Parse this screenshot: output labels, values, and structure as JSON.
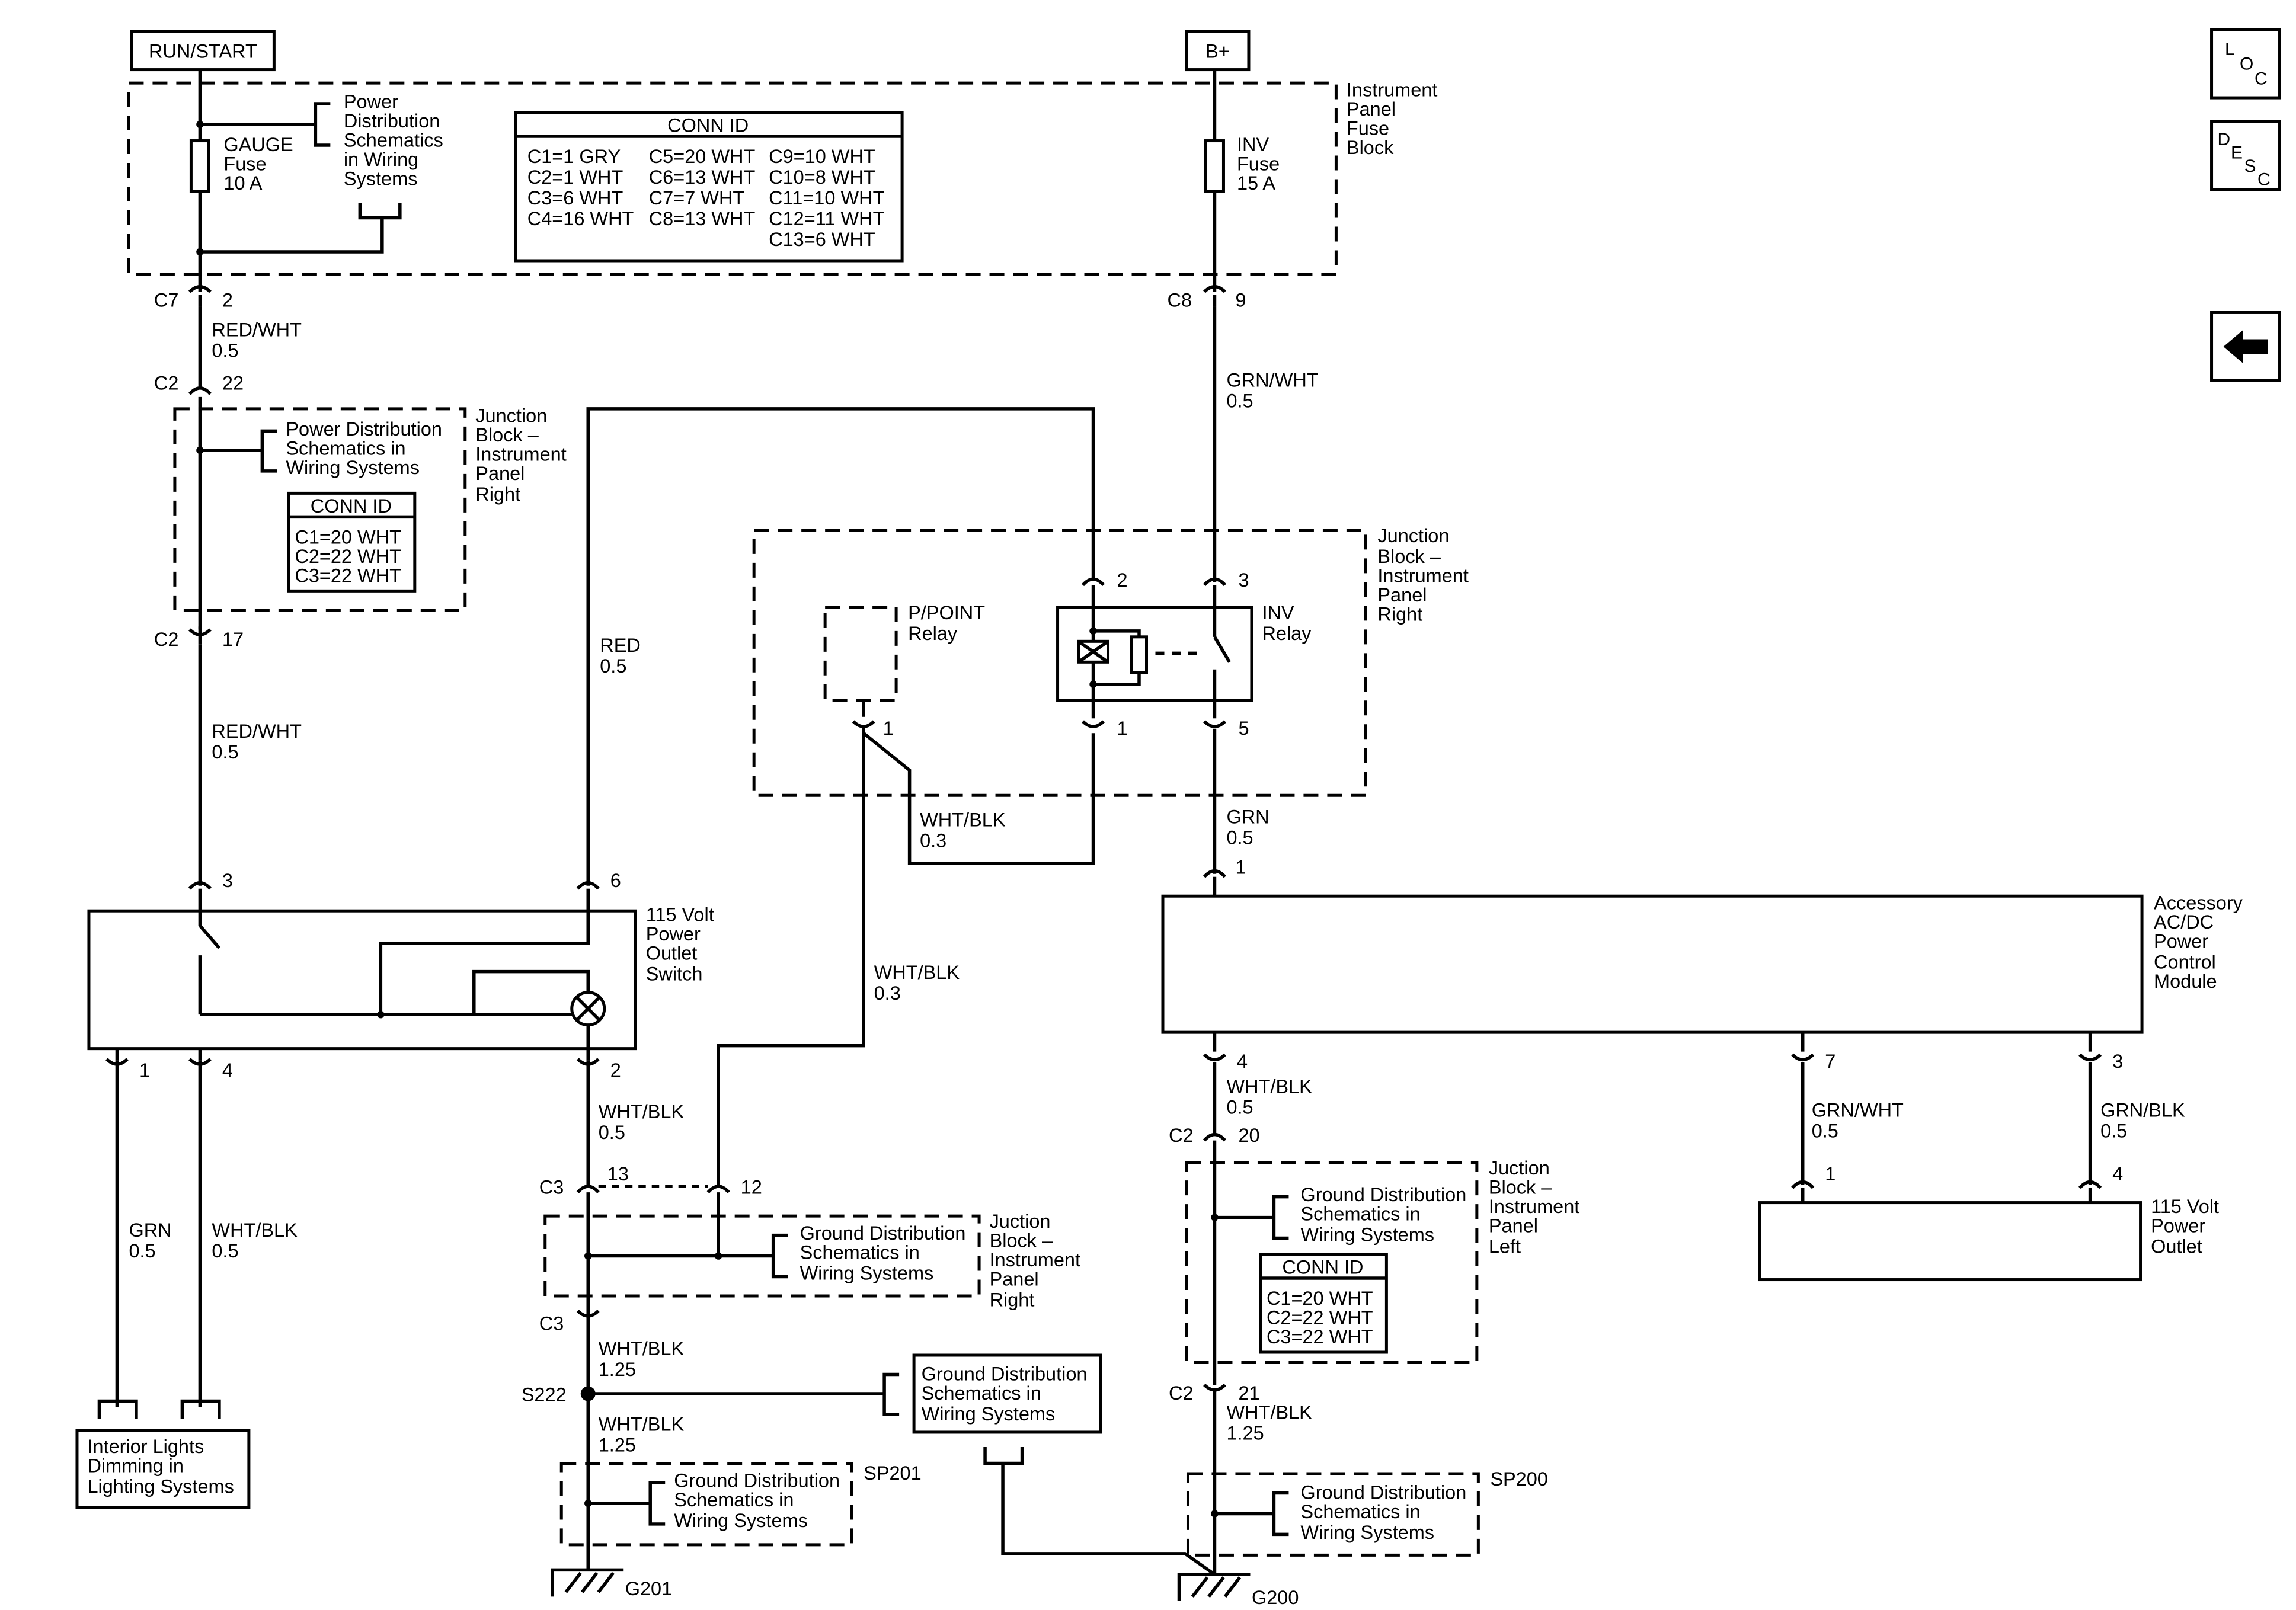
{
  "sources": {
    "run_start": "RUN/START",
    "bplus": "B+"
  },
  "nav_buttons": {
    "loc": [
      "L",
      "O",
      "C"
    ],
    "desc": [
      "D",
      "E",
      "S",
      "C"
    ],
    "back_icon": "left-arrow-icon"
  },
  "fuse_block": {
    "label": [
      "Instrument",
      "Panel",
      "Fuse",
      "Block"
    ],
    "gauge_fuse": [
      "GAUGE",
      "Fuse",
      "10 A"
    ],
    "inv_fuse": [
      "INV",
      "Fuse",
      "15 A"
    ],
    "power_dist": [
      "Power",
      "Distribution",
      "Schematics",
      "in Wiring",
      "Systems"
    ],
    "conn_id": {
      "title": "CONN ID",
      "col1": [
        "C1=1 GRY",
        "C2=1 WHT",
        "C3=6 WHT",
        "C4=16 WHT"
      ],
      "col2": [
        "C5=20 WHT",
        "C6=13 WHT",
        "C7=7 WHT",
        "C8=13 WHT"
      ],
      "col3": [
        "C9=10 WHT",
        "C10=8 WHT",
        "C11=10 WHT",
        "C12=11 WHT",
        "C13=6 WHT"
      ]
    }
  },
  "junction_right_top": {
    "label": [
      "Junction",
      "Block –",
      "Instrument",
      "Panel",
      "Right"
    ],
    "power_dist": [
      "Power Distribution",
      "Schematics in",
      "Wiring Systems"
    ],
    "conn_id": {
      "title": "CONN ID",
      "rows": [
        "C1=20 WHT",
        "C2=22 WHT",
        "C3=22 WHT"
      ]
    }
  },
  "junction_relay": {
    "label": [
      "Junction",
      "Block –",
      "Instrument",
      "Panel",
      "Right"
    ],
    "ppoint_relay": [
      "P/POINT",
      "Relay"
    ],
    "inv_relay": [
      "INV",
      "Relay"
    ]
  },
  "switch": {
    "label": [
      "115 Volt",
      "Power",
      "Outlet",
      "Switch"
    ]
  },
  "module": {
    "label": [
      "Accessory",
      "AC/DC",
      "Power",
      "Control",
      "Module"
    ]
  },
  "outlet": {
    "label": [
      "115 Volt",
      "Power",
      "Outlet"
    ]
  },
  "junction_right_bottom": {
    "label": [
      "Juction",
      "Block –",
      "Instrument",
      "Panel",
      "Right"
    ],
    "ground_dist": [
      "Ground Distribution",
      "Schematics in",
      "Wiring Systems"
    ]
  },
  "junction_left": {
    "label": [
      "Juction",
      "Block –",
      "Instrument",
      "Panel",
      "Left"
    ],
    "ground_dist": [
      "Ground Distribution",
      "Schematics in",
      "Wiring Systems"
    ],
    "conn_id": {
      "title": "CONN ID",
      "rows": [
        "C1=20 WHT",
        "C2=22 WHT",
        "C3=22 WHT"
      ]
    }
  },
  "ground_boxes": {
    "s222_ref": [
      "Ground Distribution",
      "Schematics in",
      "Wiring Systems"
    ],
    "sp201": {
      "name": "SP201",
      "text": [
        "Ground Distribution",
        "Schematics in",
        "Wiring Systems"
      ]
    },
    "sp200": {
      "name": "SP200",
      "text": [
        "Ground Distribution",
        "Schematics in",
        "Wiring Systems"
      ]
    }
  },
  "interior_lights": [
    "Interior Lights",
    "Dimming in",
    "Lighting Systems"
  ],
  "splice": "S222",
  "grounds": {
    "g201": "G201",
    "g200": "G200"
  },
  "connectors": {
    "c7": "C7",
    "c7_pin": "2",
    "c8": "C8",
    "c8_pin": "9",
    "c2a": "C2",
    "c2a_pin": "22",
    "c2b": "C2",
    "c2b_pin": "17",
    "sw3": "3",
    "sw6": "6",
    "sw1": "1",
    "sw4": "4",
    "sw2": "2",
    "relay2": "2",
    "relay3": "3",
    "relay1": "1",
    "relay5": "5",
    "pp1": "1",
    "mod1": "1",
    "mod4": "4",
    "mod7": "7",
    "mod3": "3",
    "out1": "1",
    "out4": "4",
    "c3a": "C3",
    "c3a_pin13": "13",
    "c3a_pin12": "12",
    "c3b": "C3",
    "c2c": "C2",
    "c2c_pin": "20",
    "c2d": "C2",
    "c2d_pin": "21"
  },
  "wires": {
    "w1": [
      "RED/WHT",
      "0.5"
    ],
    "w2": [
      "RED/WHT",
      "0.5"
    ],
    "w3": [
      "RED",
      "0.5"
    ],
    "w4": [
      "GRN/WHT",
      "0.5"
    ],
    "w5": [
      "WHT/BLK",
      "0.3"
    ],
    "w6": [
      "GRN",
      "0.5"
    ],
    "w7": [
      "WHT/BLK",
      "0.3"
    ],
    "w8": [
      "GRN",
      "0.5"
    ],
    "w9": [
      "WHT/BLK",
      "0.5"
    ],
    "w10": [
      "WHT/BLK",
      "0.5"
    ],
    "w11": [
      "WHT/BLK",
      "1.25"
    ],
    "w12": [
      "WHT/BLK",
      "1.25"
    ],
    "w13": [
      "WHT/BLK",
      "0.5"
    ],
    "w14": [
      "GRN/WHT",
      "0.5"
    ],
    "w15": [
      "GRN/BLK",
      "0.5"
    ],
    "w16": [
      "WHT/BLK",
      "1.25"
    ]
  }
}
